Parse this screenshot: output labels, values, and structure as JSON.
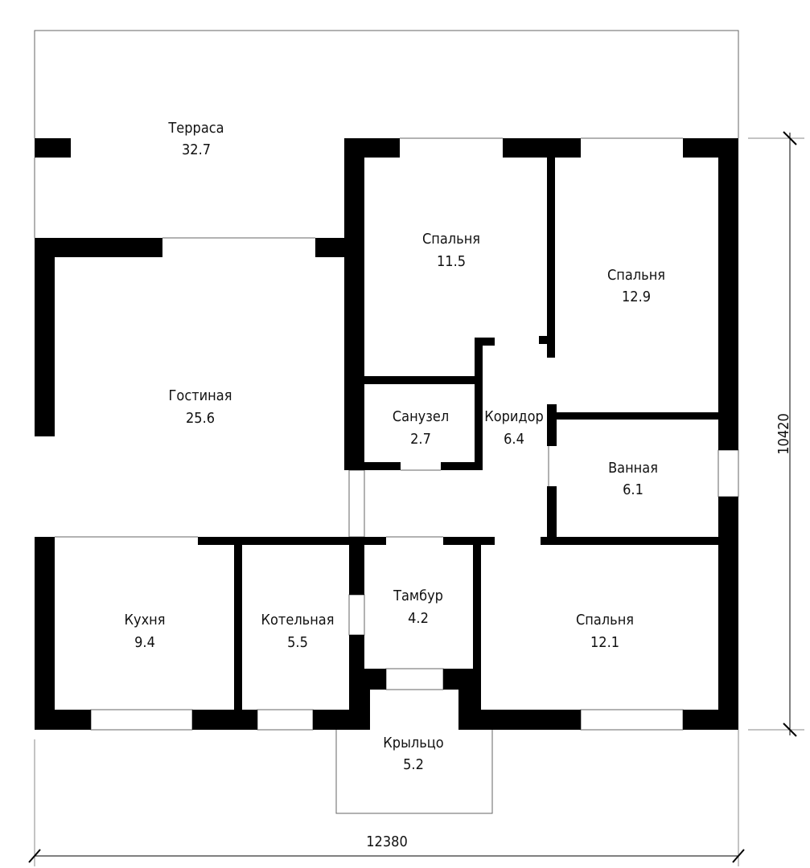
{
  "rooms": [
    {
      "name": "Терраса",
      "area": "32.7"
    },
    {
      "name": "Спальня",
      "area": "11.5"
    },
    {
      "name": "Спальня",
      "area": "12.9"
    },
    {
      "name": "Гостиная",
      "area": "25.6"
    },
    {
      "name": "Санузел",
      "area": "2.7"
    },
    {
      "name": "Коридор",
      "area": "6.4"
    },
    {
      "name": "Ванная",
      "area": "6.1"
    },
    {
      "name": "Кухня",
      "area": "9.4"
    },
    {
      "name": "Котельная",
      "area": "5.5"
    },
    {
      "name": "Тамбур",
      "area": "4.2"
    },
    {
      "name": "Спальня",
      "area": "12.1"
    },
    {
      "name": "Крыльцо",
      "area": "5.2"
    }
  ],
  "dimensions": {
    "width": "12380",
    "height": "10420"
  }
}
